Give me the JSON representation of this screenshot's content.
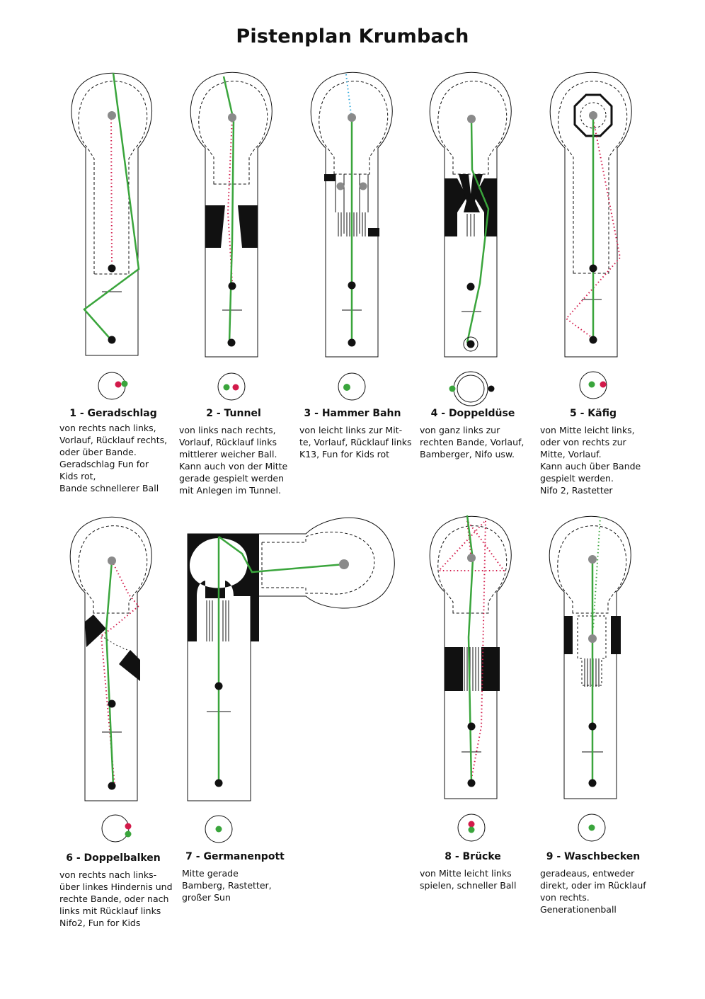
{
  "page_title": "Pistenplan Krumbach",
  "colors": {
    "green": "#3aa53c",
    "red": "#d21a4a",
    "blue": "#2ea8dc",
    "gray": "#8a8a8a",
    "black": "#111111"
  },
  "lanes": [
    {
      "title": "1 - Geradschlag",
      "description": "von rechts nach links,\nVorlauf, Rücklauf rechts,\noder über Bande.\nGeradschlag Fun for\nKids rot,\nBande schnellerer Ball"
    },
    {
      "title": "2 - Tunnel",
      "description": "von links nach rechts,\nVorlauf, Rücklauf links\nmittlerer weicher Ball.\nKann auch von der Mitte\ngerade gespielt werden\nmit Anlegen im Tunnel."
    },
    {
      "title": "3 - Hammer Bahn",
      "description": "von leicht links zur Mit-\nte, Vorlauf, Rücklauf links\nK13, Fun for Kids rot"
    },
    {
      "title": "4 - Doppeldüse",
      "description": "von ganz links zur\nrechten Bande, Vorlauf,\nBamberger, Nifo usw."
    },
    {
      "title": "5 - Käfig",
      "description": "von Mitte leicht links,\noder von rechts zur\nMitte, Vorlauf.\nKann auch über Bande\ngespielt werden.\nNifo 2, Rastetter"
    },
    {
      "title": "6 - Doppelbalken",
      "description": "von rechts nach links-\nüber linkes Hindernis und\nrechte Bande, oder nach\nlinks mit Rücklauf links\nNifo2, Fun for Kids"
    },
    {
      "title": "7 - Germanenpott",
      "description": "Mitte gerade\nBamberg, Rastetter,\ngroßer Sun"
    },
    {
      "title": "8 - Brücke",
      "description": "von Mitte leicht links\nspielen, schneller Ball"
    },
    {
      "title": "9 - Waschbecken",
      "description": "geradeaus, entweder\ndirekt, oder im Rücklauf\nvon rechts.\nGenerationenball"
    }
  ]
}
